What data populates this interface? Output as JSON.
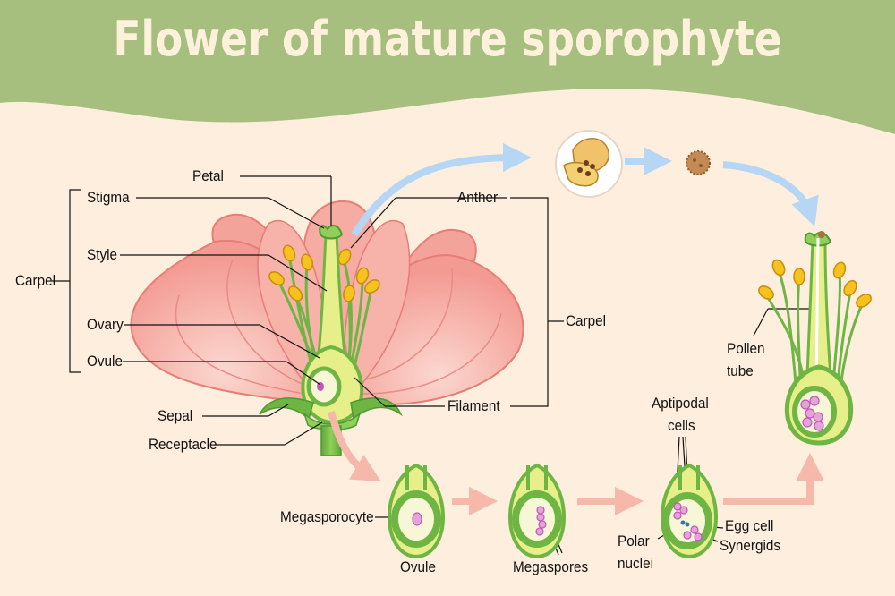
{
  "title": "Flower of mature sporophyte",
  "labels": {
    "petal": "Petal",
    "stigma": "Stigma",
    "style": "Style",
    "ovary": "Ovary",
    "ovule": "Ovule",
    "carpel_left": "Carpel",
    "sepal": "Sepal",
    "receptacle": "Receptacle",
    "anther": "Anther",
    "carpel_right": "Carpel",
    "filament": "Filament",
    "megasporocyte": "Megasporocyte",
    "ovule_bottom": "Ovule",
    "megaspores": "Megaspores",
    "aptipodal_line1": "Aptipodal",
    "aptipodal_line2": "cells",
    "polar_line1": "Polar",
    "polar_line2": "nuclei",
    "egg_cell": "Egg  cell",
    "synergids": "Synergids",
    "pollen_line1": "Pollen",
    "pollen_line2": "tube"
  },
  "colors": {
    "banner": "#a6bf7f",
    "background": "#fdeedd",
    "petal": "#f4a39b",
    "petal_dark": "#e98c86",
    "stem_green": "#6fb544",
    "ovule_yellow": "#e6ef8a",
    "anther_yellow": "#f6c21e",
    "arrow_blue": "#b6d6f5",
    "arrow_pink": "#f6b8ab",
    "nucleus_purple": "#c257b8"
  }
}
